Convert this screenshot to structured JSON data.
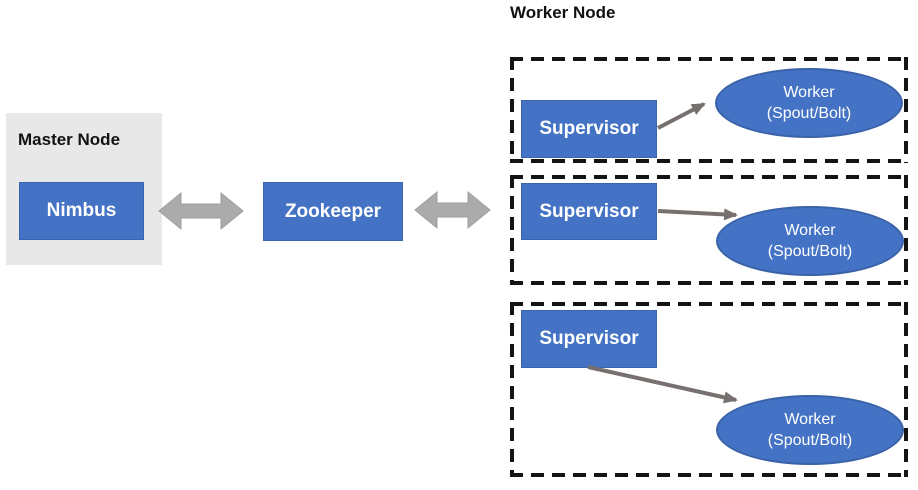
{
  "diagram": {
    "worker_node_label": "Worker Node",
    "master_node": {
      "label": "Master Node",
      "nimbus_label": "Nimbus"
    },
    "zookeeper_label": "Zookeeper",
    "worker_groups": [
      {
        "supervisor": "Supervisor",
        "worker_title": "Worker",
        "worker_subtitle": "(Spout/Bolt)"
      },
      {
        "supervisor": "Supervisor",
        "worker_title": "Worker",
        "worker_subtitle": "(Spout/Bolt)"
      },
      {
        "supervisor": "Supervisor",
        "worker_title": "Worker",
        "worker_subtitle": "(Spout/Bolt)"
      }
    ],
    "colors": {
      "node_blue": "#4472C4",
      "node_border_blue": "#3A64AE",
      "block_arrow_gray": "#ABABAB",
      "connector_arrow_gray": "#76716F",
      "master_node_bg": "#E8E8E8",
      "dash_black": "#141414",
      "label_black": "#111111"
    }
  }
}
